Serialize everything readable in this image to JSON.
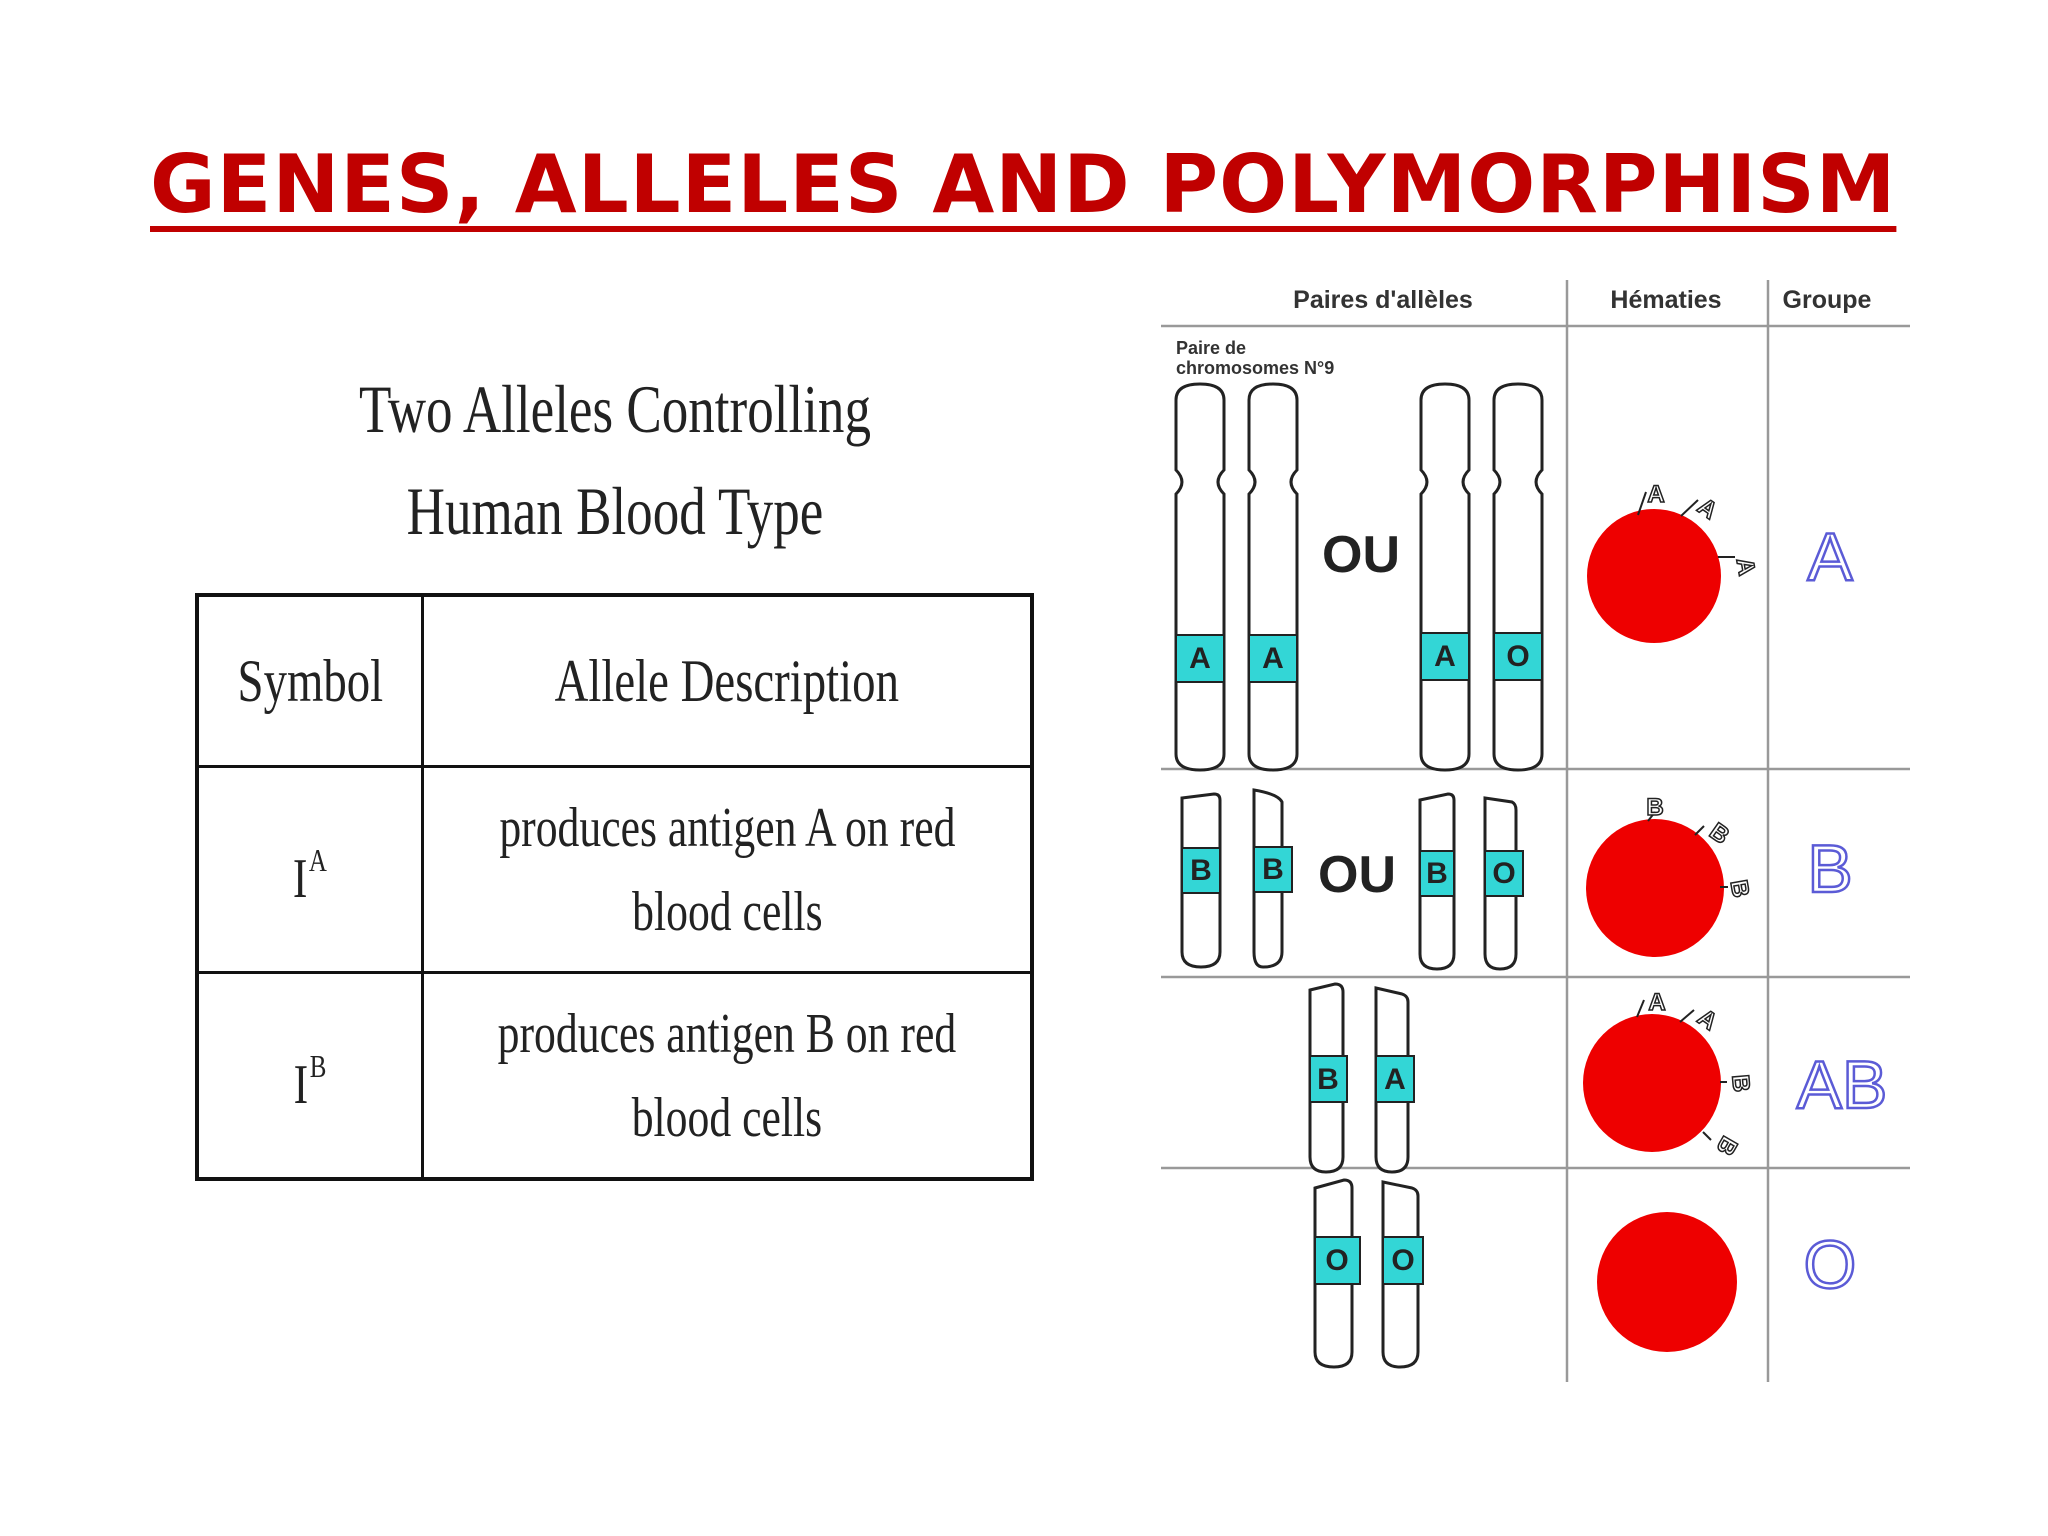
{
  "slide_title": "GENES, ALLELES AND POLYMORPHISM",
  "left_panel": {
    "title_line1": "Two Alleles Controlling",
    "title_line2": "Human Blood Type",
    "table": {
      "header_symbol": "Symbol",
      "header_description": "Allele Description",
      "rows": [
        {
          "symbol_base": "I",
          "symbol_sup": "A",
          "desc_line1": "produces antigen A on red",
          "desc_line2": "blood cells"
        },
        {
          "symbol_base": "I",
          "symbol_sup": "B",
          "desc_line1": "produces antigen B on red",
          "desc_line2": "blood cells"
        }
      ]
    }
  },
  "diagram": {
    "header_alleles": "Paires d'allèles",
    "header_cells": "Hématies",
    "header_group": "Groupe",
    "chromosome_label_line1": "Paire de",
    "chromosome_label_line2": "chromosomes N°9",
    "or_word": "OU",
    "rows": [
      {
        "pairs": [
          [
            "A",
            "A"
          ],
          [
            "A",
            "O"
          ]
        ],
        "antigens": [
          "A",
          "A",
          "A"
        ],
        "group": "A"
      },
      {
        "pairs": [
          [
            "B",
            "B"
          ],
          [
            "B",
            "O"
          ]
        ],
        "antigens": [
          "B",
          "B",
          "B"
        ],
        "group": "B"
      },
      {
        "pairs": [
          [
            "B",
            "A"
          ]
        ],
        "antigens": [
          "A",
          "A",
          "B",
          "B"
        ],
        "group": "AB"
      },
      {
        "pairs": [
          [
            "O",
            "O"
          ]
        ],
        "antigens": [],
        "group": "O"
      }
    ],
    "colors": {
      "red_cell": "#ee0000",
      "allele_band": "#33d6d6",
      "group_letter": "#5b5bd6",
      "grid_line": "#999999",
      "title_red": "#c00000"
    }
  }
}
